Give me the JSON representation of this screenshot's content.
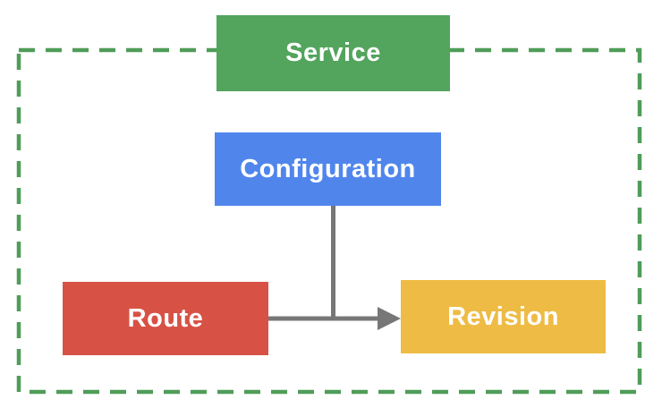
{
  "diagram": {
    "nodes": {
      "service": {
        "label": "Service"
      },
      "configuration": {
        "label": "Configuration"
      },
      "route": {
        "label": "Route"
      },
      "revision": {
        "label": "Revision"
      }
    },
    "edges": [
      {
        "from": "route",
        "to": "revision",
        "arrow": true
      },
      {
        "from": "configuration",
        "to": "route-revision-edge",
        "arrow": false
      }
    ],
    "colors": {
      "service_green": "#53A45D",
      "configuration_blue": "#5086EC",
      "route_red": "#D75245",
      "revision_yellow": "#EEBB44",
      "boundary_green": "#4F9D58",
      "connector_gray": "#777777",
      "label_white": "#FFFFFF"
    }
  }
}
